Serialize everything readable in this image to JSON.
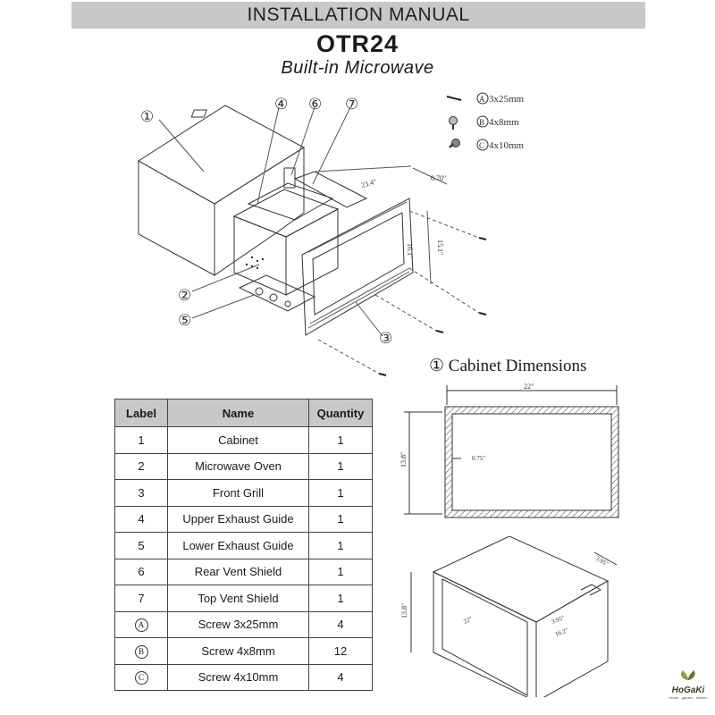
{
  "header": {
    "banner": "INSTALLATION MANUAL",
    "model": "OTR24",
    "subtitle": "Built-in Microwave"
  },
  "exploded_view": {
    "callouts": [
      "①",
      "④",
      "⑥",
      "⑦",
      "②",
      "⑤",
      "③"
    ],
    "dimensions": [
      "23.4\"",
      "0.70\"",
      "15.1\"",
      "16.1\""
    ],
    "screws": [
      {
        "mark": "A",
        "spec": "3x25mm"
      },
      {
        "mark": "B",
        "spec": "4x8mm"
      },
      {
        "mark": "C",
        "spec": "4x10mm"
      }
    ]
  },
  "parts_table": {
    "headers": [
      "Label",
      "Name",
      "Quantity"
    ],
    "rows": [
      {
        "label": "1",
        "name": "Cabinet",
        "qty": "1"
      },
      {
        "label": "2",
        "name": "Microwave Oven",
        "qty": "1"
      },
      {
        "label": "3",
        "name": "Front Grill",
        "qty": "1"
      },
      {
        "label": "4",
        "name": "Upper Exhaust  Guide",
        "qty": "1"
      },
      {
        "label": "5",
        "name": "Lower Exhaust Guide",
        "qty": "1"
      },
      {
        "label": "6",
        "name": "Rear Vent Shield",
        "qty": "1"
      },
      {
        "label": "7",
        "name": "Top Vent Shield",
        "qty": "1"
      },
      {
        "label": "A",
        "name": "Screw 3x25mm",
        "qty": "4",
        "circled": true
      },
      {
        "label": "B",
        "name": "Screw 4x8mm",
        "qty": "12",
        "circled": true
      },
      {
        "label": "C",
        "name": "Screw 4x10mm",
        "qty": "4",
        "circled": true
      }
    ]
  },
  "cabinet_dimensions": {
    "title": "① Cabinet Dimensions",
    "front": {
      "width": "22\"",
      "height": "13.8\"",
      "wall": "0.75\""
    },
    "iso": {
      "height": "13.8\"",
      "width": "22\"",
      "notch": "3.95\"",
      "notch_depth": "3.95\"",
      "depth": "16.2\""
    }
  },
  "brand": {
    "name": "HoGaKi",
    "tagline": "Home - garden - kitchen"
  }
}
